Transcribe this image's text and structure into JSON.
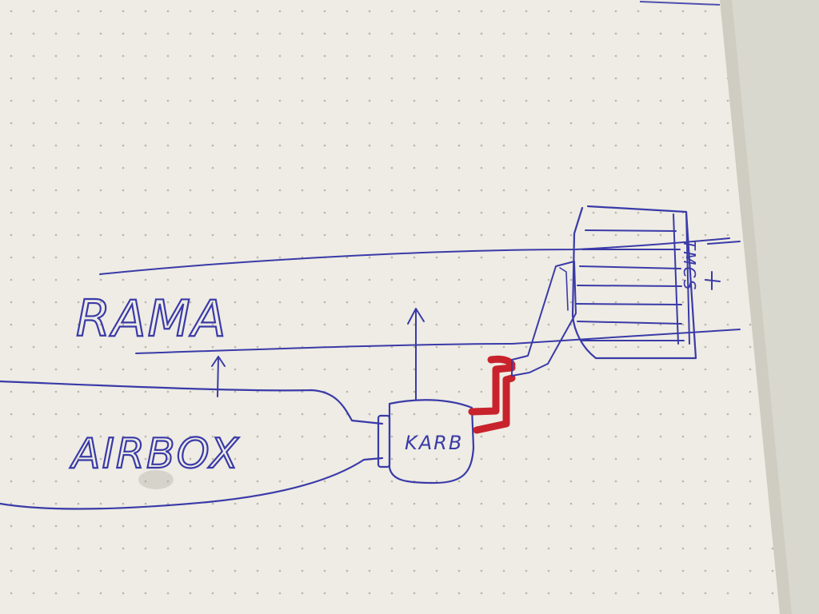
{
  "colors": {
    "background": "#d9d8cf",
    "paper": "#eeece4",
    "dot": "#b9b6aa",
    "ink": "#3a3aa8",
    "marker": "#c8232c"
  },
  "labels": {
    "frame": "RAMA",
    "airbox": "AIRBOX",
    "carburetor": "KARB",
    "cylinder": "TMCS"
  }
}
